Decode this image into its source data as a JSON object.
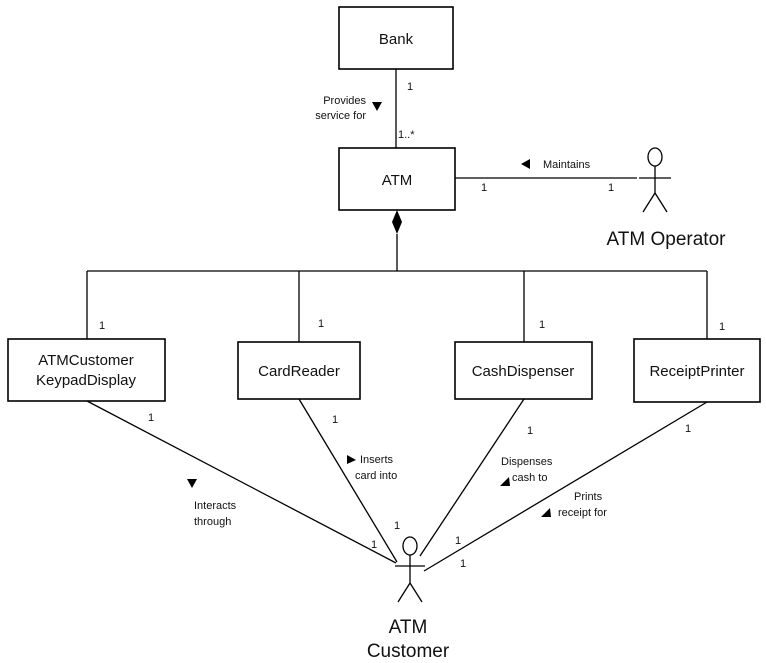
{
  "classes": {
    "bank": "Bank",
    "atm": "ATM",
    "keypad_line1": "ATMCustomer",
    "keypad_line2": "KeypadDisplay",
    "card_reader": "CardReader",
    "cash_dispenser": "CashDispenser",
    "receipt_printer": "ReceiptPrinter"
  },
  "actors": {
    "operator": "ATM Operator",
    "customer_line1": "ATM",
    "customer_line2": "Customer"
  },
  "associations": {
    "bank_atm": {
      "line1": "Provides",
      "line2": "service for",
      "mult_bank": "1",
      "mult_atm": "1..*"
    },
    "maintains": {
      "label": "Maintains",
      "mult_atm": "1",
      "mult_operator": "1"
    },
    "interacts": {
      "line1": "Interacts",
      "line2": "through",
      "mult_keypad": "1",
      "mult_customer": "1"
    },
    "inserts": {
      "line1": "Inserts",
      "line2": "card into",
      "mult_reader": "1",
      "mult_customer": "1"
    },
    "dispenses": {
      "line1": "Dispenses",
      "line2": "cash to",
      "mult_dispenser": "1",
      "mult_customer": "1"
    },
    "prints": {
      "line1": "Prints",
      "line2": "receipt for",
      "mult_printer": "1",
      "mult_customer": "1"
    }
  },
  "composition": {
    "mult_keypad": "1",
    "mult_reader": "1",
    "mult_dispenser": "1",
    "mult_printer": "1"
  }
}
